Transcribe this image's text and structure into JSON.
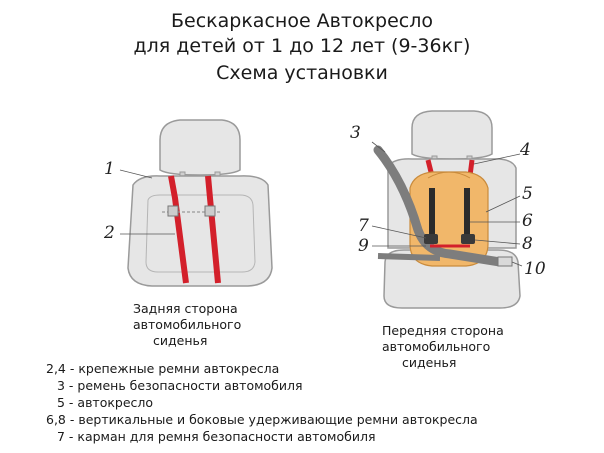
{
  "title": {
    "line1": "Бескаркасное Автокресло",
    "line2": "для детей от 1 до 12 лет (9-36кг)",
    "line3": "Схема установки"
  },
  "back_view": {
    "caption": [
      "Задняя сторона",
      "автомобильного",
      "сиденья"
    ],
    "labels": [
      "1",
      "2"
    ]
  },
  "front_view": {
    "caption": [
      "Передняя сторона",
      "автомобильного",
      "сиденья"
    ],
    "labels": [
      "3",
      "4",
      "5",
      "6",
      "7",
      "8",
      "9",
      "10"
    ]
  },
  "legend": [
    "2,4 - крепежные ремни автокресла",
    "3 - ремень безопасности автомобиля",
    "5 - автокресло",
    "6,8 - вертикальные и боковые удерживающие ремни автокресла",
    "7 - карман для ремня безопасности автомобиля"
  ],
  "colors": {
    "seat_fill": "#e6e6e6",
    "seat_stroke": "#9a9a9a",
    "strap_red": "#d3202b",
    "booster_orange": "#f1b76a",
    "belt_gray": "#7d7d7d",
    "strap_dark": "#2b2b2b"
  }
}
